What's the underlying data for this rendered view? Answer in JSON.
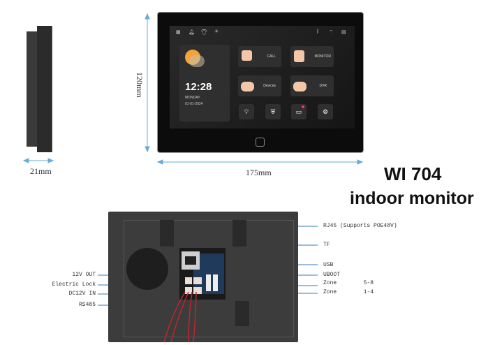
{
  "dimensions": {
    "height": "120mm",
    "width": "175mm",
    "depth": "21mm"
  },
  "product": {
    "model": "WI 704",
    "description": "indoor monitor"
  },
  "screen": {
    "time": "12:28",
    "day": "MONDAY",
    "date": "01-01-2024",
    "tiles": [
      {
        "label": "CALL",
        "icon": "phone-icon"
      },
      {
        "label": "MONITOR",
        "icon": "person-icon"
      },
      {
        "label": "Devices",
        "icon": "device-icon"
      },
      {
        "label": "DVR",
        "icon": "camera-icon"
      }
    ],
    "top_icons": [
      "qr-icon",
      "bell-icon",
      "shirt-icon",
      "brightness-icon"
    ],
    "status_icons": [
      "bluetooth-icon",
      "wifi-icon",
      "sd-card-icon"
    ],
    "bottom_buttons": [
      "light-icon",
      "shield-icon",
      "message-icon",
      "settings-icon"
    ],
    "accent": "#f3c7a8"
  },
  "ports": {
    "right": [
      "RJ45 (Supports POE48V)",
      "TF",
      "USB",
      "UBOOT",
      "Zone        5-8",
      "Zone        1-4"
    ],
    "left": [
      "12V OUT",
      "Electric Lock",
      "DC12V IN",
      "RS485"
    ]
  },
  "colors": {
    "leader_line": "#3b78b5",
    "dimension_line": "#6aaad8"
  }
}
